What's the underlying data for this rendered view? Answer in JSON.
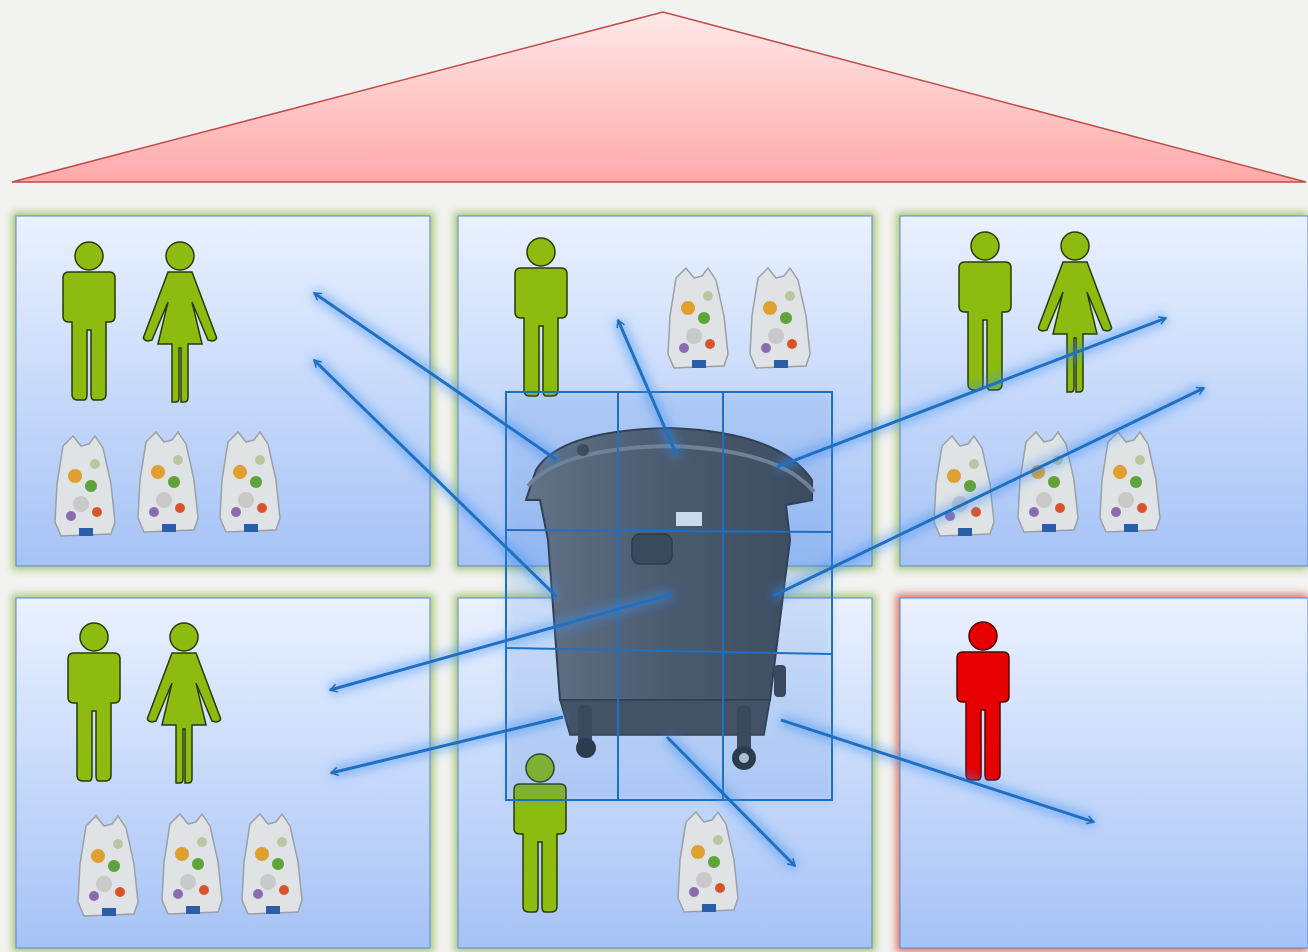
{
  "scene": {
    "roof_color": "#ffb3b3",
    "roof_stroke": "#c24a4a",
    "apartment_glow_ok": "#a9c97a",
    "apartment_glow_alert": "#d9786a",
    "apartment_fill_top": "#e8f0ff",
    "apartment_fill_bottom": "#a7c4f7",
    "resident_ok_color": "#8dbb0f",
    "resident_alert_color": "#e60000",
    "arrow_color": "#1f6fc2",
    "bin_color": "#55595f"
  },
  "apartments": [
    {
      "id": "top-left",
      "status": "ok",
      "residents": [
        "man",
        "woman"
      ],
      "bags": 3
    },
    {
      "id": "top-middle",
      "status": "ok",
      "residents": [
        "man"
      ],
      "bags": 2
    },
    {
      "id": "top-right",
      "status": "ok",
      "residents": [
        "man",
        "woman"
      ],
      "bags": 3
    },
    {
      "id": "bottom-left",
      "status": "ok",
      "residents": [
        "man",
        "woman"
      ],
      "bags": 3
    },
    {
      "id": "bottom-middle",
      "status": "ok",
      "residents": [
        "man"
      ],
      "bags": 1
    },
    {
      "id": "bottom-right",
      "status": "alert",
      "residents": [
        "man"
      ],
      "bags": 0
    }
  ],
  "shared_bin": {
    "icon": "waste-container-icon",
    "grid": "3x3 cost split",
    "arrow_count": 9
  }
}
